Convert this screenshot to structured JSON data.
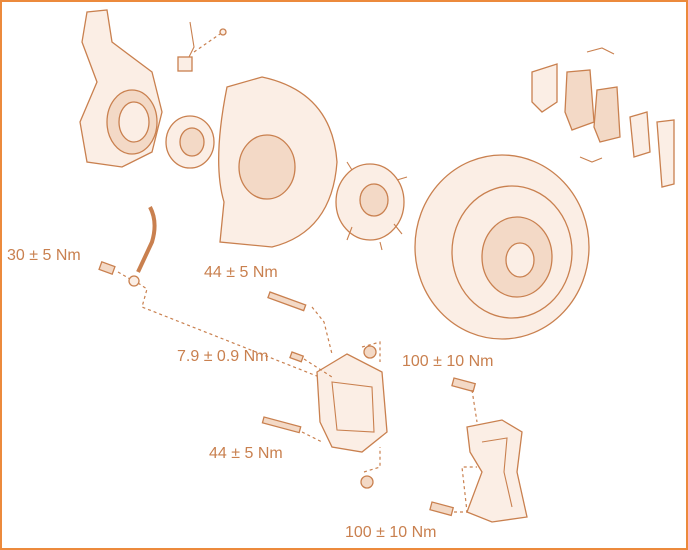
{
  "torque_labels": {
    "brake_hose_bolt": "30 ± 5 Nm",
    "caliper_upper_bolt": "44 ± 5 Nm",
    "bleeder_screw": "7.9 ± 0.9 Nm",
    "caliper_lower_bolt": "44 ± 5 Nm",
    "bracket_upper_bolt": "100 ± 10 Nm",
    "bracket_lower_bolt": "100 ± 10 Nm"
  },
  "colors": {
    "line": "#c9804f",
    "border": "#ec8a3c",
    "fill": "#fbeee5"
  }
}
